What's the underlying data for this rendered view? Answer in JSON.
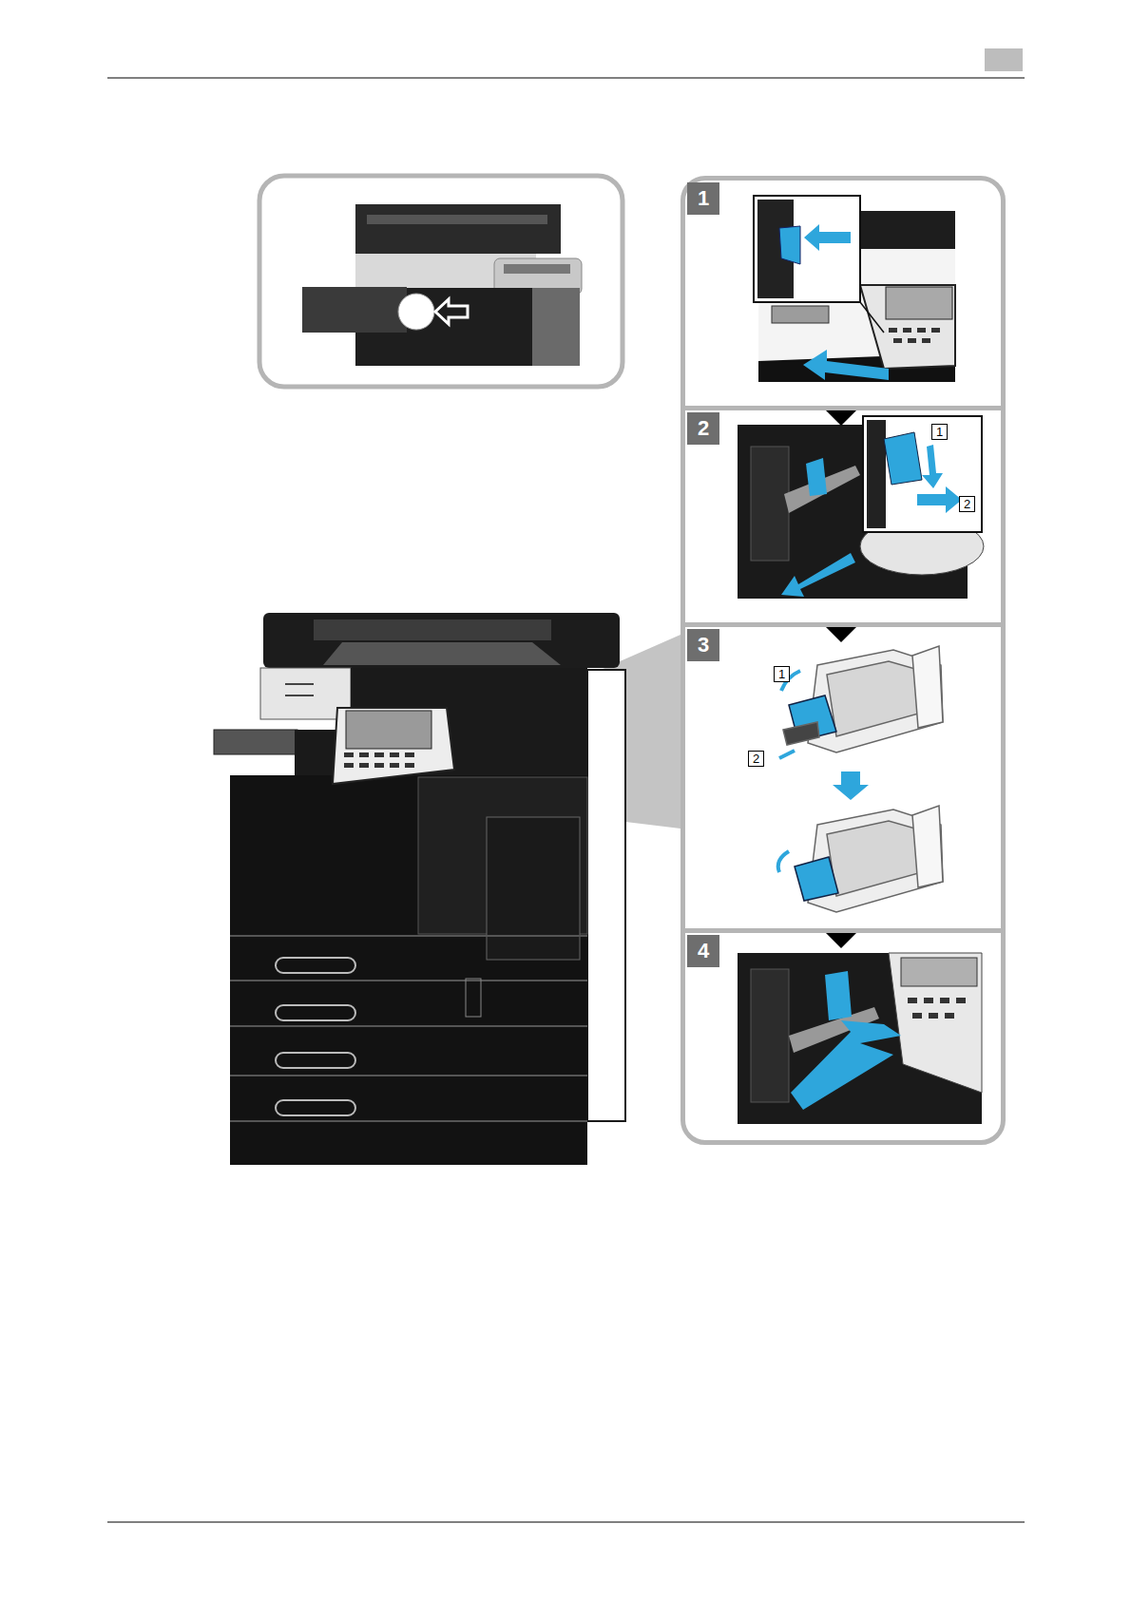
{
  "diagram": {
    "nodes": [
      {
        "text": [
          "1"
        ]
      },
      {
        "text": [
          "2"
        ]
      },
      {
        "text": [
          "3"
        ]
      },
      {
        "text": [
          "4"
        ]
      }
    ],
    "edges": [
      {
        "from": 0,
        "to": 1,
        "arrow": "to"
      },
      {
        "from": 1,
        "to": 2,
        "arrow": "to"
      },
      {
        "from": 2,
        "to": 3,
        "arrow": "to"
      }
    ],
    "labels": [
      "1",
      "2",
      "1",
      "2"
    ]
  }
}
